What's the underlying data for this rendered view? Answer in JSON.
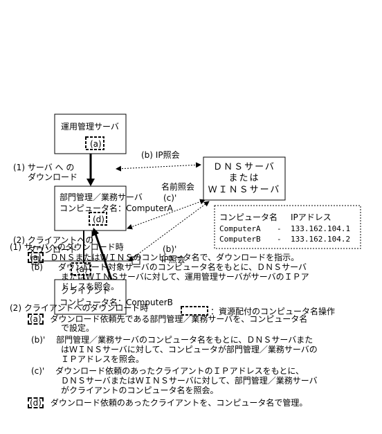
{
  "nodes": {
    "mgmt_server": "運用管理サーバ",
    "dept_server_line1": "部門管理／業務サーバ",
    "dept_server_line2": "コンピュータ名：ComputerA",
    "client_line1": "クライアント",
    "client_line2": "コンピュータ名：ComputerB",
    "dns_line1": "ＤＮＳサーバ",
    "dns_line2": "または",
    "dns_line3": "ＷＩＮＳサーバ"
  },
  "markers": {
    "a": "(a)",
    "d": "(d)"
  },
  "labels": {
    "step1_line1": "(1) サーバ へ の",
    "step1_line2": "ダウンロード",
    "step2_line1": "(2) クライアントへの",
    "step2_line2": "ダウンロード",
    "b_ip_query": "(b) IP照会",
    "name_query_1": "名前照会",
    "name_query_2": "(c)'",
    "b_prime_ip_1": "(b)'",
    "b_prime_ip_2": "IP照会"
  },
  "table": {
    "headers": [
      "コンピュータ名",
      "IPアドレス"
    ],
    "rows": [
      [
        "ComputerA",
        "-",
        "133.162.104.1"
      ],
      [
        "ComputerB",
        "-",
        "133.162.104.2"
      ]
    ]
  },
  "legend": {
    "text": "：資源配付のコンピュータ名操作"
  },
  "notes": {
    "section1": {
      "title": "(1) サーバへのダウンロード時",
      "items": [
        {
          "key": "(a)",
          "text": "ＤＮＳまたはＷＩＮＳのコンピュータ名で、ダウンロードを指示。"
        },
        {
          "key": "(b)",
          "text": "ダウンロード対象サーバのコンピュータ名をもとに、ＤＮＳサーバ",
          "cont": [
            "またはＷＩＮＳサーバに対して、運用管理サーバがサーバのＩＰア",
            "ドレスを照会。"
          ]
        }
      ]
    },
    "section2": {
      "title": "(2) クライアントへのダウンロード時",
      "items": [
        {
          "key": "(a)",
          "text": "ダウンロード依頼先である部門管理／業務サーバを、コンピュータ名",
          "cont": [
            "で設定。"
          ]
        },
        {
          "key": "(b)'",
          "text": "部門管理／業務サーバのコンピュータ名をもとに、ＤＮＳサーバまた",
          "cont": [
            "はＷＩＮＳサーバに対して、コンピュータが部門管理／業務サーバの",
            "ＩＰアドレスを照会。"
          ]
        },
        {
          "key": "(c)'",
          "text": "ダウンロード依頼のあったクライアントのＩＰアドレスをもとに、",
          "cont": [
            "ＤＮＳサーバまたはＷＩＮＳサーバに対して、部門管理／業務サーバ",
            "がクライアントのコンピュータ名を照会。"
          ]
        },
        {
          "key": "(d)",
          "text": "ダウンロード依頼のあったクライアントを、コンピュータ名で管理。"
        }
      ]
    }
  }
}
